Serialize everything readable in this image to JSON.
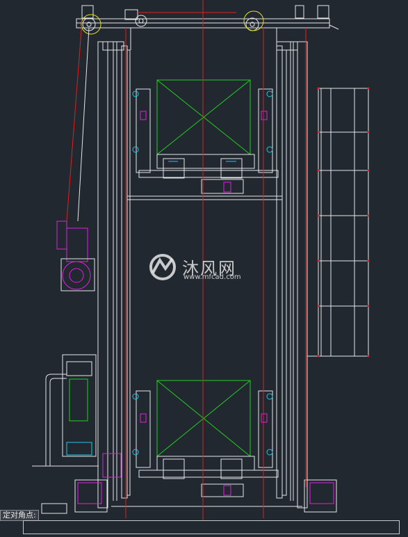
{
  "app": {
    "background": "#212830",
    "drawing_colors": {
      "structure": "#e6e6e6",
      "centerline": "#e02020",
      "device": "#e020e0",
      "frame_green": "#20d020",
      "accent_cyan": "#20c8e0",
      "accent_yellow": "#e0e020"
    }
  },
  "watermark": {
    "name": "沐风网",
    "url": "www.mfcad.com",
    "logo_icon": "mfcad-logo-icon"
  },
  "command": {
    "prompt": "定对角点:",
    "input_value": ""
  }
}
